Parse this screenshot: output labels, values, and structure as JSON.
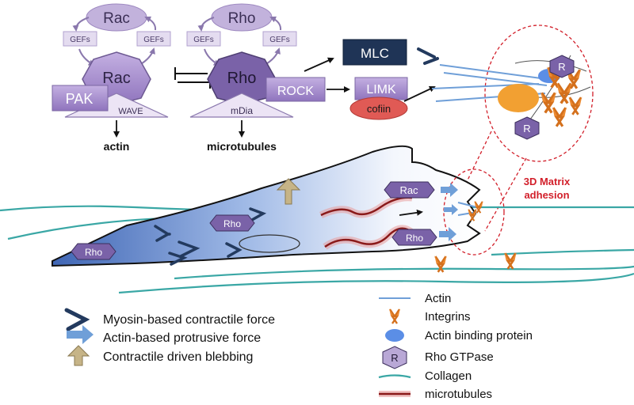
{
  "signaling": {
    "rac_top": "Rac",
    "rho_top": "Rho",
    "gefs": "GEFs",
    "rac_active": "Rac",
    "rho_active": "Rho",
    "pak": "PAK",
    "wave": "WAVE",
    "rock": "ROCK",
    "mdia": "mDia",
    "mlc": "MLC",
    "limk": "LIMK",
    "cofilin": "cofiin",
    "actin_out": "actin",
    "microtubules_out": "microtubules"
  },
  "adhesion": {
    "r_label": "R",
    "title_line1": "3D Matrix",
    "title_line2": "adhesion"
  },
  "cell": {
    "rac": "Rac",
    "rho_upper": "Rho",
    "rho_lower": "Rho",
    "rho_left": "Rho"
  },
  "legend_left": {
    "myosin": "Myosin-based contractile force",
    "actin_force": "Actin-based protrusive force",
    "blebbing": "Contractile driven blebbing"
  },
  "legend_right": {
    "actin": "Actin",
    "integrins": "Integrins",
    "abp": "Actin binding protein",
    "rho_gtpase": "Rho GTPase",
    "r_symbol": "R",
    "collagen": "Collagen",
    "microtubules": "microtubules"
  },
  "colors": {
    "purple_light": "#c9b8dc",
    "purple_mid": "#9c87bf",
    "purple_dark": "#6e5a93",
    "navy": "#233a5e",
    "light_blue": "#6f9fd8",
    "orange": "#e8832a",
    "teal": "#3aa7a5",
    "red": "#c0202a"
  }
}
